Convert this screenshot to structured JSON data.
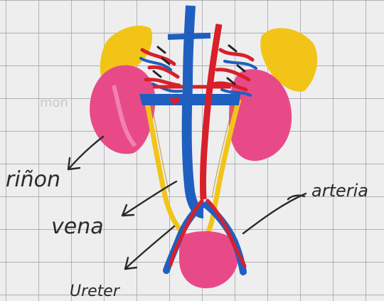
{
  "labels": {
    "kidney": "riñon",
    "vein": "vena",
    "artery": "arteria",
    "ureter": "Ureter",
    "faint_page_mark": "mon"
  },
  "colors": {
    "paper": "#eeeeef",
    "grid": "#9a9aa3",
    "adrenal_gland": "#f2c418",
    "kidney": "#e84a88",
    "bladder": "#e84a88",
    "ureter": "#f2c418",
    "vein": "#1f5fc0",
    "artery": "#d8202a",
    "ink": "#2a2a2a"
  },
  "icons": {
    "pointer": "hand-drawn-arrow"
  }
}
